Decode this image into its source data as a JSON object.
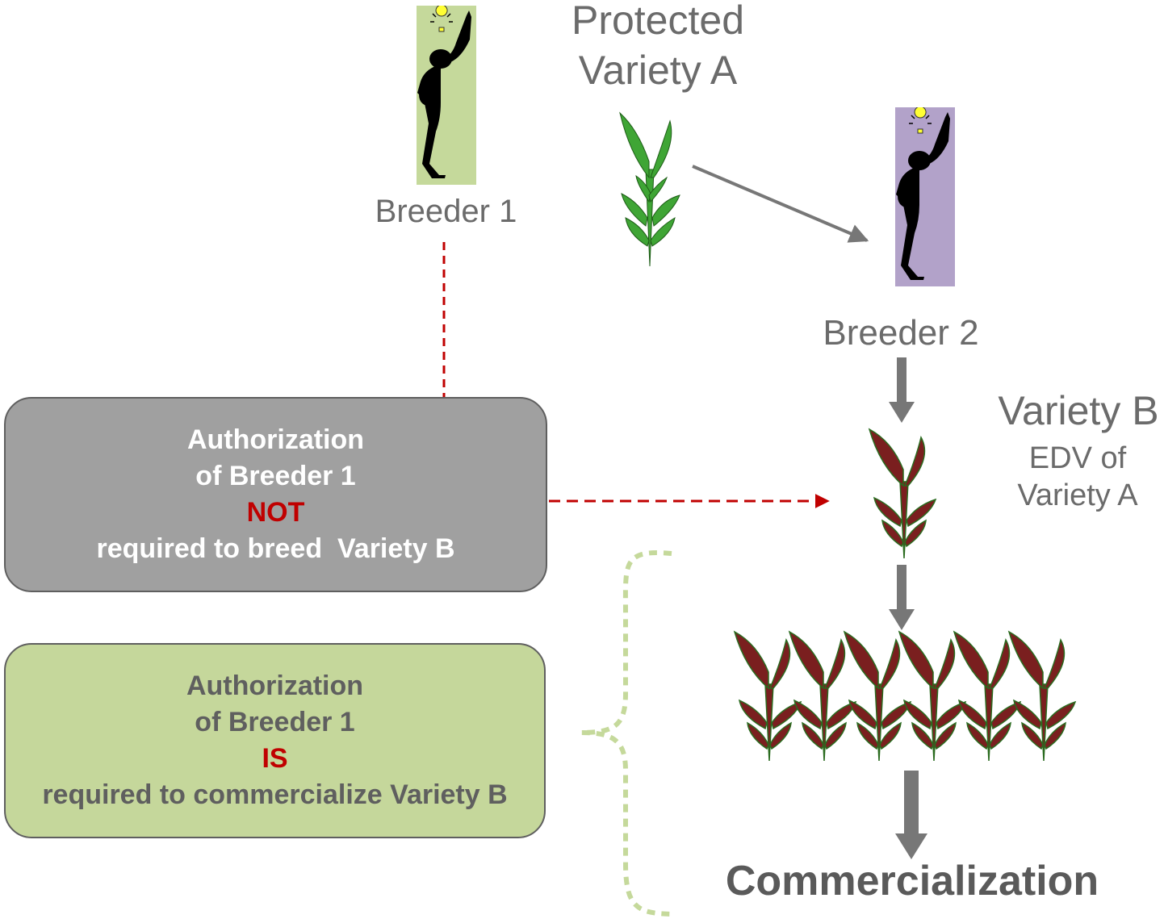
{
  "breeder1": {
    "label": "Breeder 1"
  },
  "breeder2": {
    "label": "Breeder 2"
  },
  "variety_a": {
    "line1": "Protected",
    "line2": "Variety A"
  },
  "variety_b": {
    "title": "Variety B",
    "line1": "EDV of",
    "line2": "Variety A"
  },
  "box_not": {
    "line1": "Authorization",
    "line2": "of Breeder 1",
    "keyword": "NOT",
    "line4": "required to breed  Variety B"
  },
  "box_is": {
    "line1": "Authorization",
    "line2": "of Breeder 1",
    "keyword": "IS",
    "line4": "required to commercialize Variety B"
  },
  "commercialization": "Commercialization",
  "colors": {
    "breeder1_bg": "#c5d99b",
    "breeder2_bg": "#b2a2c9",
    "box_not_bg": "#a0a0a0",
    "box_is_bg": "#c5d79b",
    "variety_a_plant": "#3fa535",
    "variety_b_plant": "#7a1f1f",
    "keyword_red": "#c00000",
    "arrow_gray": "#777777"
  },
  "icons": [
    "person-with-lightbulb-icon",
    "green-plant-icon",
    "red-plant-icon"
  ]
}
